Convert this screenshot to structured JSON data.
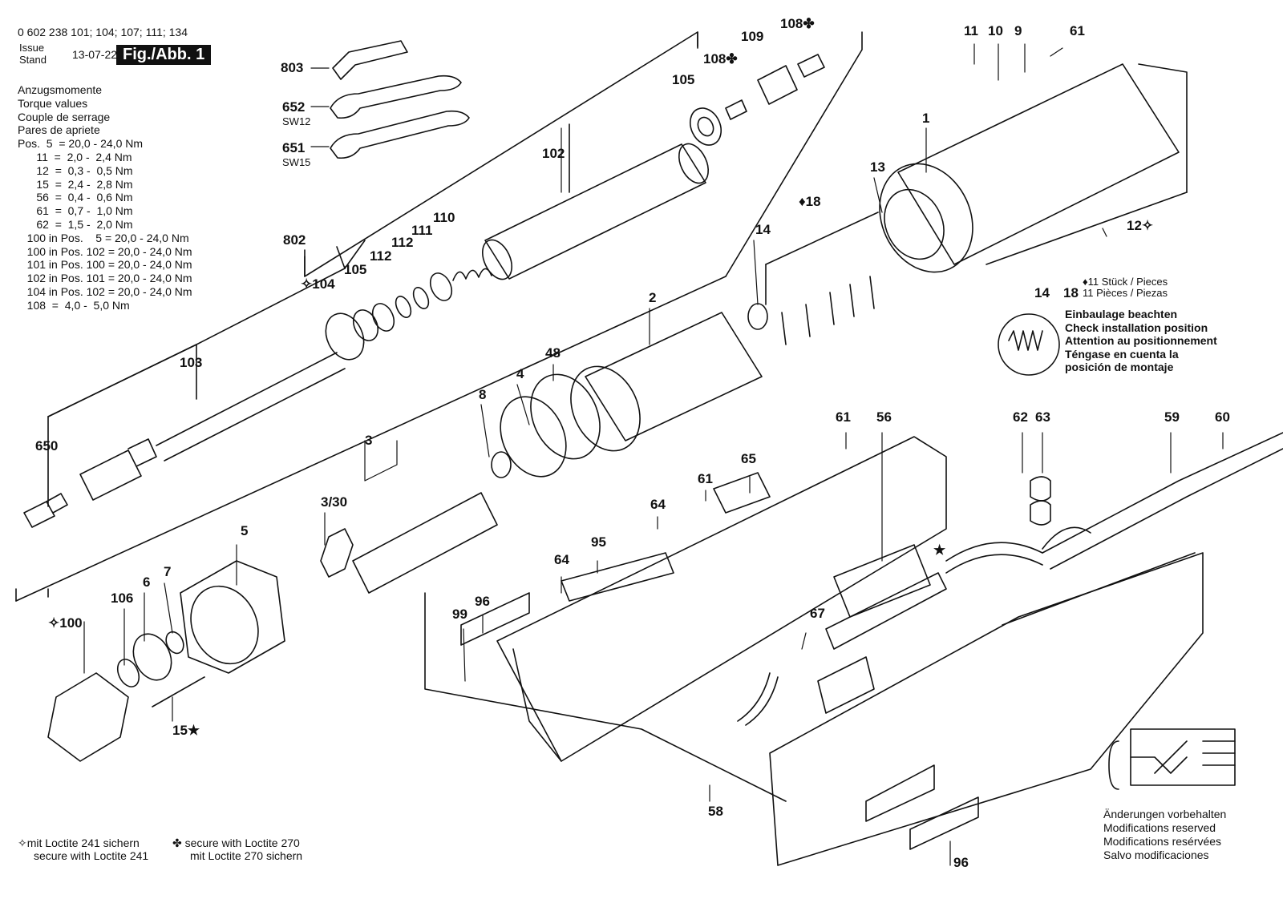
{
  "header": {
    "part_numbers": "0 602 238 101; 104; 107; 111; 134",
    "issue_label": "Issue",
    "stand_label": "Stand",
    "issue_date": "13-07-22",
    "figure": "Fig./Abb. 1"
  },
  "torque": {
    "title_lines": [
      "Anzugsmomente",
      "Torque values",
      "Couple de serrage",
      "Pares de apriete"
    ],
    "rows": [
      "Pos.  5  = 20,0 - 24,0 Nm",
      "      11  =  2,0 -  2,4 Nm",
      "      12  =  0,3 -  0,5 Nm",
      "      15  =  2,4 -  2,8 Nm",
      "      56  =  0,4 -  0,6 Nm",
      "      61  =  0,7 -  1,0 Nm",
      "      62  =  1,5 -  2,0 Nm",
      "   100 in Pos.    5 = 20,0 - 24,0 Nm",
      "   100 in Pos. 102 = 20,0 - 24,0 Nm",
      "   101 in Pos. 100 = 20,0 - 24,0 Nm",
      "   102 in Pos. 101 = 20,0 - 24,0 Nm",
      "   104 in Pos. 102 = 20,0 - 24,0 Nm",
      "   108  =  4,0 -  5,0 Nm"
    ]
  },
  "parts": [
    {
      "id": "p803",
      "text": "803"
    },
    {
      "id": "p652",
      "text": "652"
    },
    {
      "id": "sw12",
      "text": "SW12"
    },
    {
      "id": "p651",
      "text": "651"
    },
    {
      "id": "sw15",
      "text": "SW15"
    },
    {
      "id": "p802",
      "text": "802"
    },
    {
      "id": "p104",
      "text": "✧104"
    },
    {
      "id": "p105a",
      "text": "105"
    },
    {
      "id": "p112a",
      "text": "112"
    },
    {
      "id": "p112b",
      "text": "112"
    },
    {
      "id": "p111",
      "text": "111"
    },
    {
      "id": "p110",
      "text": "110"
    },
    {
      "id": "p102",
      "text": "102"
    },
    {
      "id": "p105b",
      "text": "105"
    },
    {
      "id": "p108a",
      "text": "108✤"
    },
    {
      "id": "p109",
      "text": "109"
    },
    {
      "id": "p108b",
      "text": "108✤"
    },
    {
      "id": "p103",
      "text": "103"
    },
    {
      "id": "p650",
      "text": "650"
    },
    {
      "id": "p11",
      "text": "11"
    },
    {
      "id": "p10",
      "text": "10"
    },
    {
      "id": "p9",
      "text": "9"
    },
    {
      "id": "p61a",
      "text": "61"
    },
    {
      "id": "p1",
      "text": "1"
    },
    {
      "id": "p13",
      "text": "13"
    },
    {
      "id": "p18",
      "text": "♦18"
    },
    {
      "id": "p14",
      "text": "14"
    },
    {
      "id": "p12",
      "text": "12✧"
    },
    {
      "id": "p2",
      "text": "2"
    },
    {
      "id": "p48",
      "text": "48"
    },
    {
      "id": "p4",
      "text": "4"
    },
    {
      "id": "p8",
      "text": "8"
    },
    {
      "id": "p3",
      "text": "3"
    },
    {
      "id": "p330",
      "text": "3/30"
    },
    {
      "id": "p5",
      "text": "5"
    },
    {
      "id": "p106",
      "text": "106"
    },
    {
      "id": "p6",
      "text": "6"
    },
    {
      "id": "p7",
      "text": "7"
    },
    {
      "id": "p100",
      "text": "✧100"
    },
    {
      "id": "p15",
      "text": "15★"
    },
    {
      "id": "p61b",
      "text": "61"
    },
    {
      "id": "p56",
      "text": "56"
    },
    {
      "id": "p62",
      "text": "62"
    },
    {
      "id": "p63",
      "text": "63"
    },
    {
      "id": "p59",
      "text": "59"
    },
    {
      "id": "p60",
      "text": "60"
    },
    {
      "id": "p65",
      "text": "65"
    },
    {
      "id": "p61c",
      "text": "61"
    },
    {
      "id": "p64a",
      "text": "64"
    },
    {
      "id": "p95",
      "text": "95"
    },
    {
      "id": "p64b",
      "text": "64"
    },
    {
      "id": "p99",
      "text": "99"
    },
    {
      "id": "p96a",
      "text": "96"
    },
    {
      "id": "p67",
      "text": "67"
    },
    {
      "id": "pstar",
      "text": "★"
    },
    {
      "id": "p58",
      "text": "58"
    },
    {
      "id": "p96b",
      "text": "96"
    },
    {
      "id": "p14b",
      "text": "14"
    },
    {
      "id": "p18b",
      "text": "18"
    }
  ],
  "pieces_note": [
    "♦11 Stück / Pieces",
    "11 Pièces / Piezas"
  ],
  "install_note": [
    "Einbaulage beachten",
    "Check installation position",
    "Attention au positionnement",
    "Téngase en cuenta la",
    "posición de montaje"
  ],
  "modifications": [
    "Änderungen vorbehalten",
    "Modifications reserved",
    "Modifications resérvées",
    "Salvo modificaciones"
  ],
  "legend": {
    "loctite241": [
      "✧mit Loctite 241 sichern",
      "secure with Loctite 241"
    ],
    "loctite270": [
      "✤ secure with Loctite 270",
      "mit Loctite 270 sichern"
    ]
  }
}
